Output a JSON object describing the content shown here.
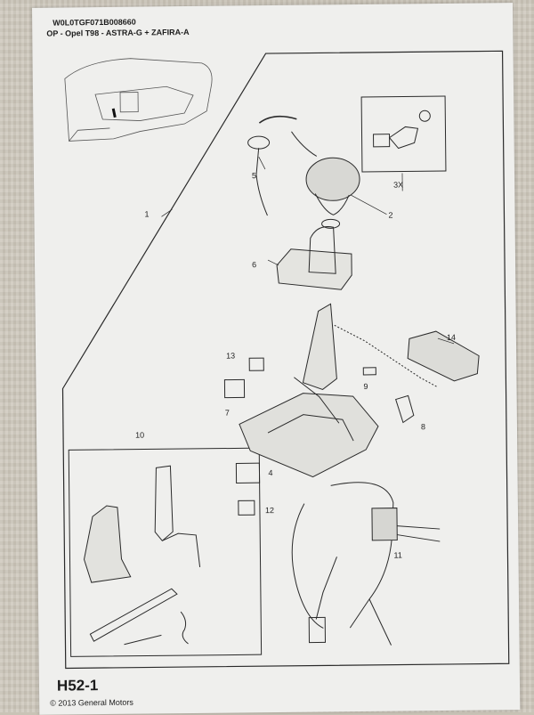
{
  "header": {
    "catalog_code": "W0L0TGF071B008660",
    "models": "OP - Opel T98 - ASTRA-G + ZAFIRA-A"
  },
  "parts": [
    "1",
    "2",
    "3X",
    "4",
    "5",
    "6",
    "7",
    "8",
    "9",
    "10",
    "11",
    "12",
    "13",
    "14"
  ],
  "footer": {
    "figure_id": "H52-1",
    "copyright": "© 2013 General Motors"
  }
}
